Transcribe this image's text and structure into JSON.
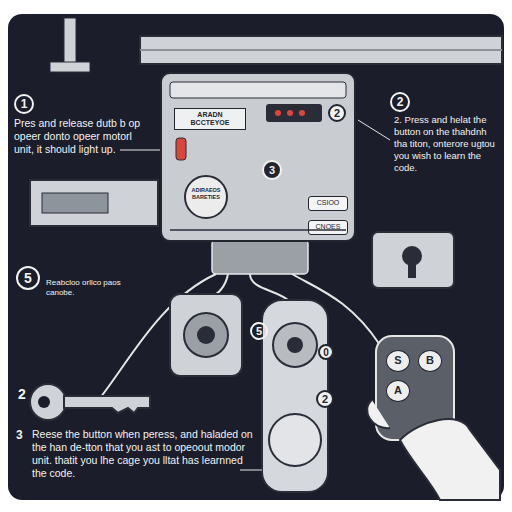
{
  "diagram": {
    "nodes": [
      {
        "text": [
          "ARADN BCCTEYOE"
        ]
      },
      {
        "text": [
          "CSIOO"
        ],
        "in": 0
      },
      {
        "text": [
          "CNOES"
        ],
        "in": 0
      },
      {
        "text": [
          "S"
        ]
      },
      {
        "text": [
          "B"
        ]
      },
      {
        "text": [
          "A"
        ]
      }
    ],
    "labels": [
      "1",
      "Pres and release dutb b op opeer donto opeer motorl unit, it should light up.",
      "2",
      "2. Press and helat the button on the thahdnh tha titon, onterore ugtou you wish to learn the code.",
      "2",
      "3",
      "ADIRAEOS BARETIES",
      "5",
      "Reabcloo orllco paos canobe.",
      "2",
      "5",
      "0",
      "2",
      "3",
      "Reese the button when peress, and haladed on the han de-tton that you ast to opeoout modor unit. thatit you lhe cage you lltat has learnned the code."
    ]
  }
}
